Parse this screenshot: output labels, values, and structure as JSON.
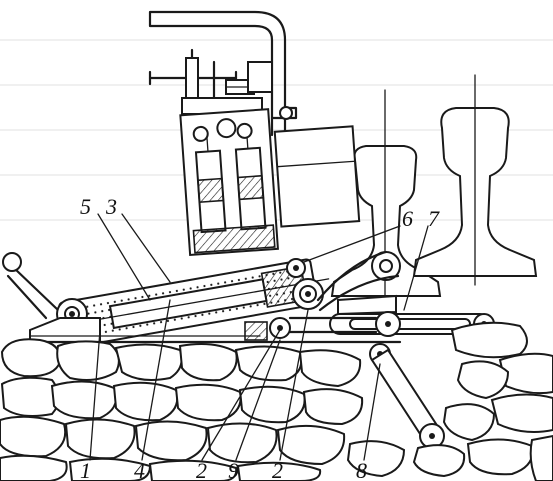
{
  "figure": {
    "callouts": {
      "c5": "5",
      "c3": "3",
      "c6": "6",
      "c7": "7",
      "c1": "1",
      "c4": "4",
      "c2a": "2",
      "c9": "9",
      "c2b": "2",
      "c8": "8"
    },
    "colors": {
      "ink": "#1a1a1a",
      "paper": "#ffffff",
      "bleed": "#d6d6d6"
    }
  }
}
